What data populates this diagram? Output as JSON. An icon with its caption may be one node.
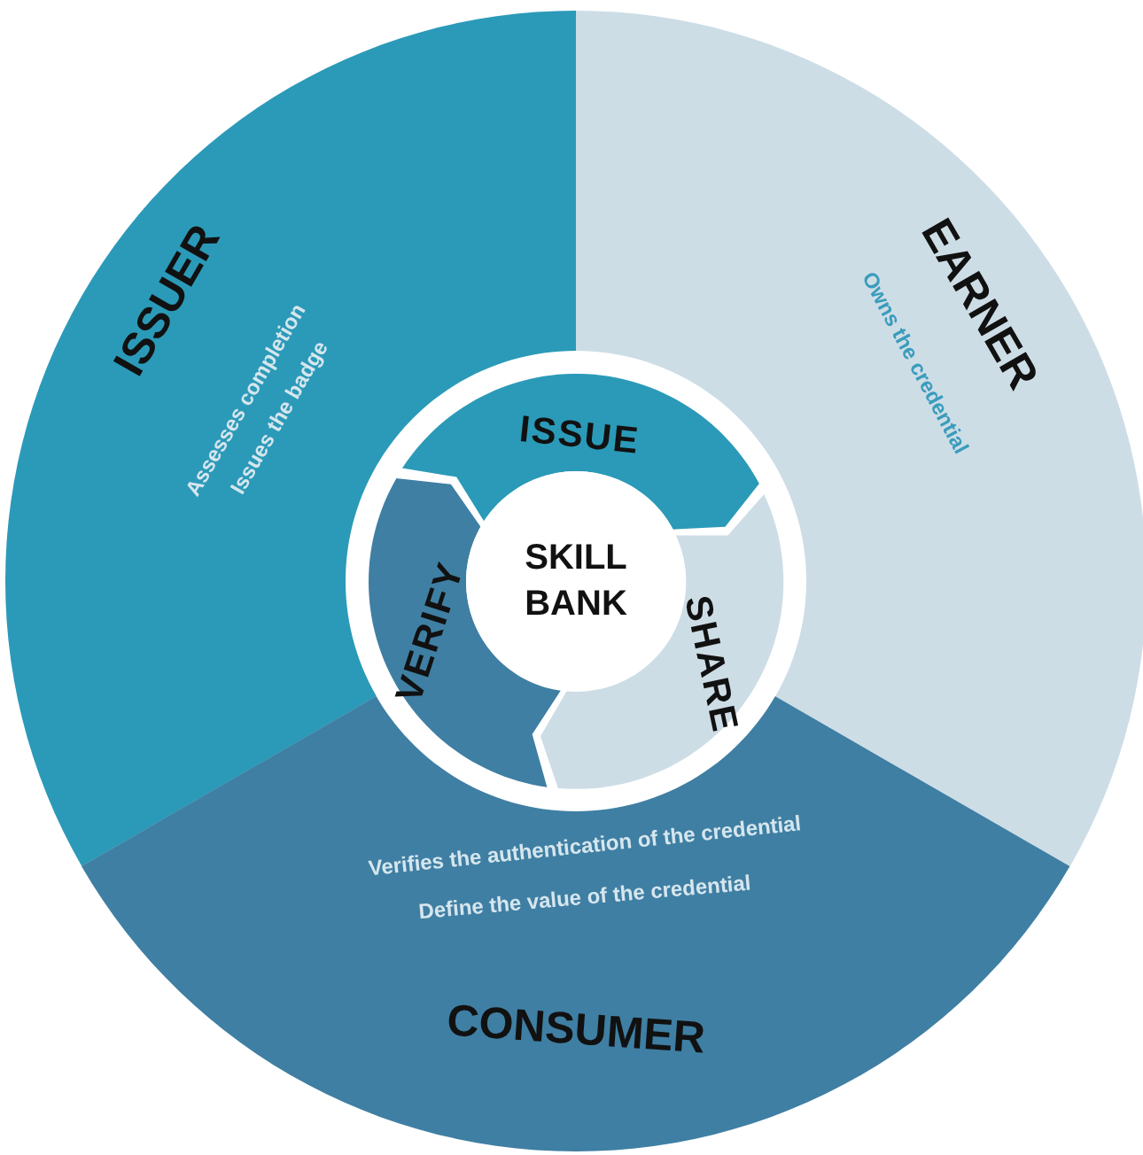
{
  "diagram": {
    "nodes": [
      {
        "text": [
          "ISSUER",
          "Assesses completion",
          "Issues the badge"
        ]
      },
      {
        "text": [
          "EARNER",
          "Owns the credential"
        ]
      },
      {
        "text": [
          "Verifies the authentication of the credential",
          "Define the value of the credential",
          "CONSUMER"
        ]
      },
      {
        "text": [
          "SKILL BANK"
        ]
      },
      {
        "text": [
          "ISSUE"
        ]
      },
      {
        "text": [
          "SHARE"
        ]
      },
      {
        "text": [
          "VERIFY"
        ]
      }
    ]
  }
}
